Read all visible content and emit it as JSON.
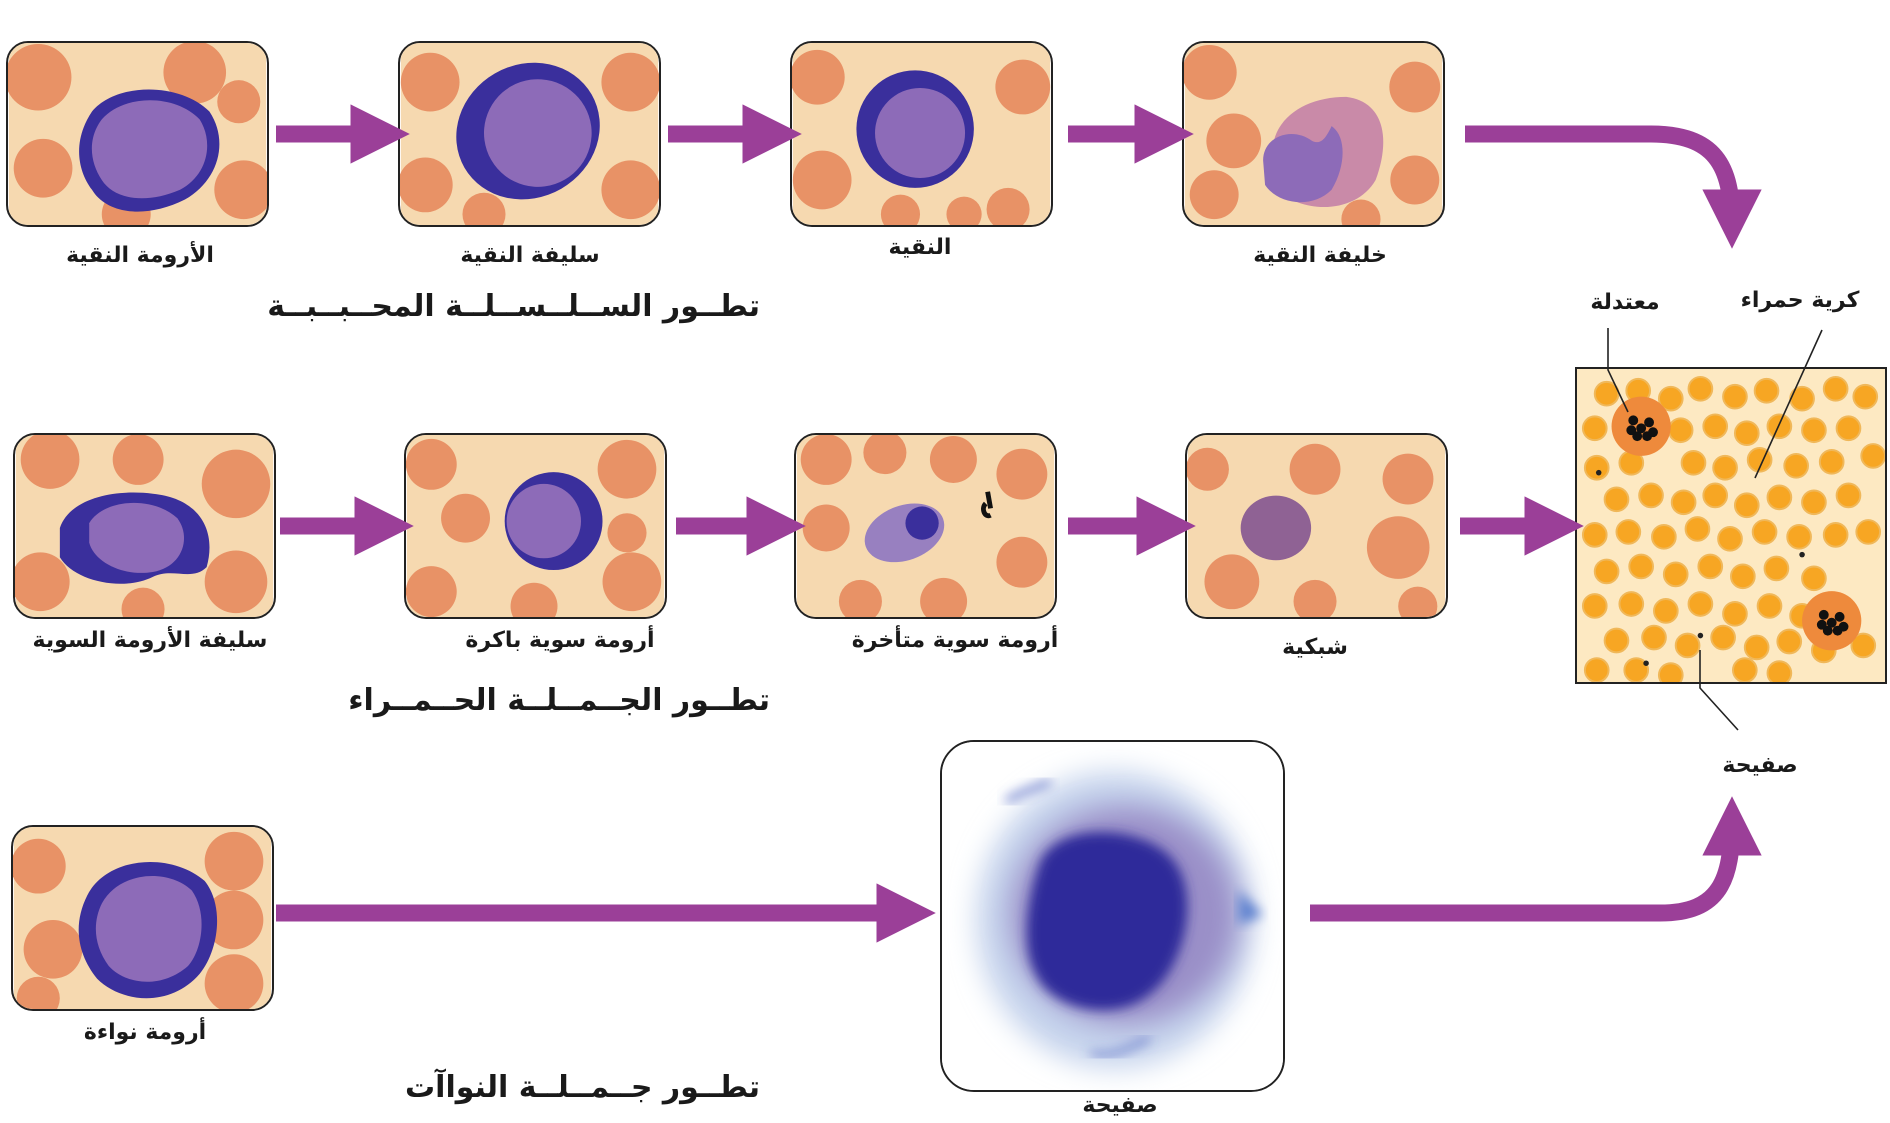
{
  "colors": {
    "arrow": "#9b3f98",
    "cytoplasm": "#3a2f9c",
    "nucleus": "#8d6bb8",
    "rbc": "#e89266",
    "background": "#f6d9b0",
    "smear_rbc": "#f7a623"
  },
  "granulocytic_series": {
    "title": "تطــور الســلــســلــة المحــبــبــة",
    "cells": [
      {
        "label": "الأرومة النقية"
      },
      {
        "label": "سليفة النقية"
      },
      {
        "label": "النقية"
      },
      {
        "label": "خليفة النقية"
      }
    ]
  },
  "erythroid_series": {
    "title": "تطــور الجــمــلــة الحــمــراء",
    "cells": [
      {
        "label": "سليفة الأرومة السوية"
      },
      {
        "label": "أرومة سوية باكرة"
      },
      {
        "label": "أرومة سوية متأخرة"
      },
      {
        "label": "شبكية"
      }
    ]
  },
  "megakaryocytic_series": {
    "title": "تطــور جــمــلــة النواآت",
    "cells": [
      {
        "label": "أرومة نواءة"
      },
      {
        "label": "صفيحة"
      }
    ]
  },
  "blood_smear": {
    "labels": {
      "neutrophil": "معتدلة",
      "red_cell": "كرية حمراء",
      "platelet": "صفيحة"
    }
  }
}
